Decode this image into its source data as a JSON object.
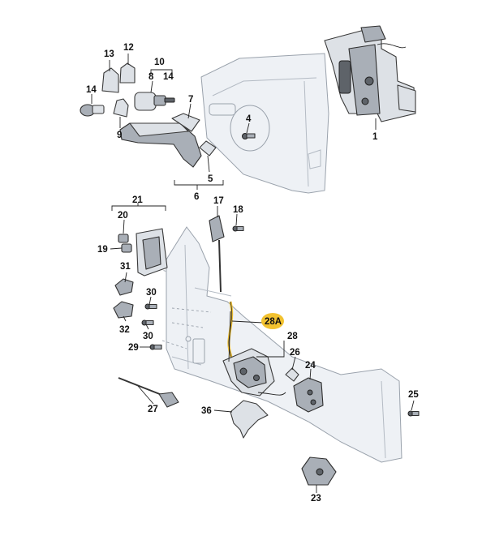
{
  "diagram": {
    "labels": {
      "p1": "1",
      "p4": "4",
      "p5": "5",
      "p6": "6",
      "p7": "7",
      "p8": "8",
      "p9": "9",
      "p10": "10",
      "p12": "12",
      "p13": "13",
      "p14a": "14",
      "p14b": "14",
      "p17": "17",
      "p18": "18",
      "p19": "19",
      "p20": "20",
      "p21": "21",
      "p23": "23",
      "p24": "24",
      "p25": "25",
      "p26": "26",
      "p27": "27",
      "p28": "28",
      "p28a": "28A",
      "p29": "29",
      "p30a": "30",
      "p30b": "30",
      "p31": "31",
      "p32": "32",
      "p36": "36"
    },
    "highlight_color": "#f2c230"
  }
}
